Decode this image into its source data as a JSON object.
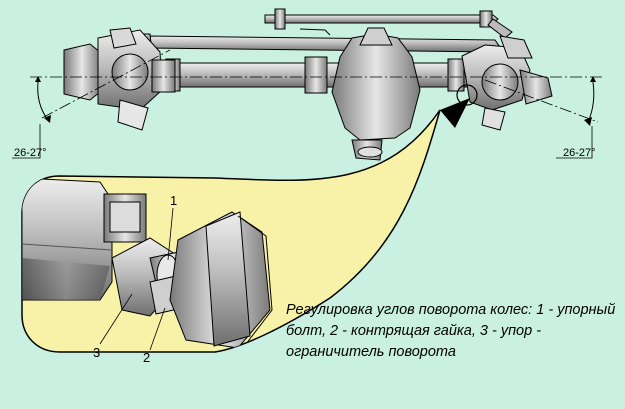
{
  "angles": {
    "left": "26-27°",
    "right": "26-27°"
  },
  "callouts": {
    "one": "1",
    "two": "2",
    "three": "3"
  },
  "caption": "Регулировка углов поворота колес: 1 - упорный болт, 2 - контрящая гайка, 3 - упор - ограничитель поворота",
  "colors": {
    "background": "#c9f0e1",
    "detail_fill": "#f7f2a8",
    "metal": "#b9b9b9",
    "outline": "#000000"
  }
}
